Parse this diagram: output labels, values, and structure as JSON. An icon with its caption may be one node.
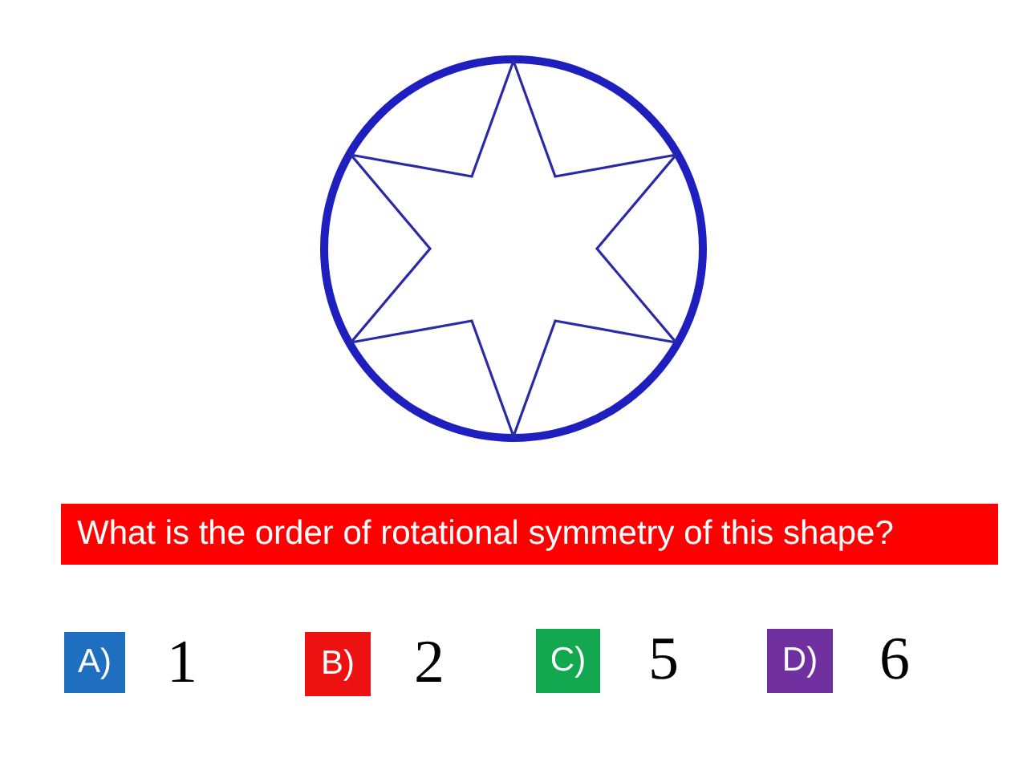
{
  "diagram": {
    "nodes": [
      {
        "text": [
          "What is the order of rotational symmetry of this shape?"
        ]
      },
      {
        "text": [
          "A)"
        ],
        "beside": [
          "1"
        ]
      },
      {
        "text": [
          "B)"
        ],
        "beside": [
          "2"
        ]
      },
      {
        "text": [
          "C)"
        ],
        "beside": [
          "5"
        ]
      },
      {
        "text": [
          "D)"
        ],
        "beside": [
          "6"
        ]
      }
    ]
  }
}
